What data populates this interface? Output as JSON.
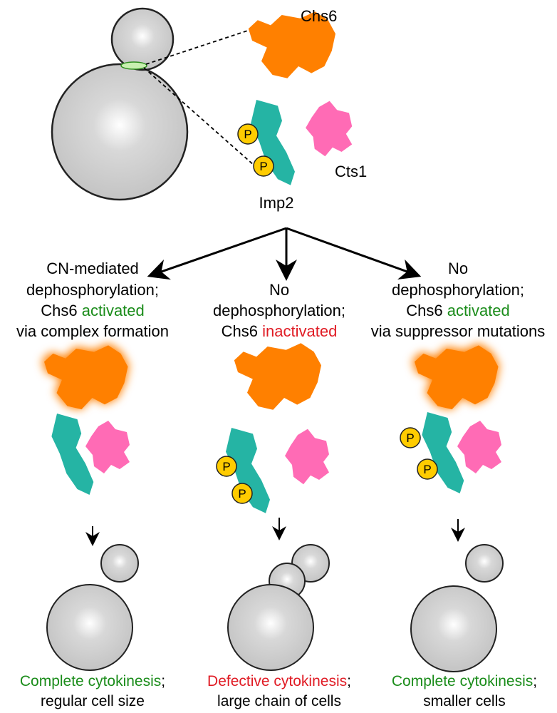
{
  "colors": {
    "chs6": "#ff8000",
    "imp2": "#25b4a4",
    "cts1": "#ff6bb5",
    "phospho": "#ffcc00",
    "activated": "#1a8c1a",
    "inactivated": "#e01b24",
    "cell": "#c8c8c8"
  },
  "icons": [
    "cell-icon",
    "chs6-protein",
    "imp2-protein",
    "cts1-protein",
    "phosphate-icon",
    "arrow-icon"
  ],
  "top": {
    "chs6_label": "Chs6",
    "cts1_label": "Cts1",
    "imp2_label": "Imp2",
    "phospho_label": "P"
  },
  "branches": {
    "left": {
      "line1": "CN-mediated",
      "line2": "dephosphorylation;",
      "line3_a": "Chs6 ",
      "line3_b": "activated",
      "line4": "via complex formation",
      "outcome_a": "Complete cytokinesis",
      "outcome_b": ";",
      "outcome_line2": "regular cell size"
    },
    "middle": {
      "line1": "No",
      "line2": "dephosphorylation;",
      "line3_a": "Chs6 ",
      "line3_b": "inactivated",
      "outcome_a": "Defective cytokinesis",
      "outcome_b": ";",
      "outcome_line2": "large chain of cells"
    },
    "right": {
      "line1": "No",
      "line2": "dephosphorylation;",
      "line3_a": "Chs6 ",
      "line3_b": "activated",
      "line4": "via suppressor mutations",
      "outcome_a": "Complete cytokinesis",
      "outcome_b": ";",
      "outcome_line2": "smaller cells"
    }
  }
}
